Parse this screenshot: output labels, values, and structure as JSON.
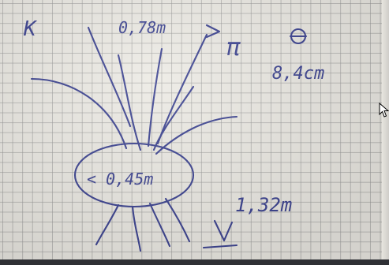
{
  "note": {
    "top_measure": "0,78m",
    "symbol": "π",
    "diameter_value": "8,4cm",
    "ellipse_label": "< 0,45m",
    "height_measure": "1,32m",
    "corner_letter": "K"
  },
  "colors": {
    "ink": "#3b4290",
    "paper": "#eceae4",
    "grid": "#969696"
  }
}
